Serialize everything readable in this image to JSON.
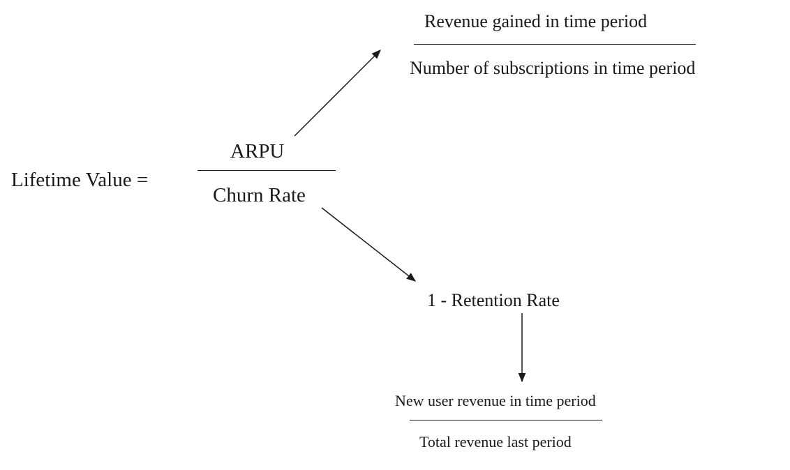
{
  "lhs": {
    "text": "Lifetime Value ="
  },
  "main_fraction": {
    "numerator": "ARPU",
    "denominator": "Churn Rate"
  },
  "arpu_fraction": {
    "numerator": "Revenue gained in time period",
    "denominator": "Number of subscriptions in time period"
  },
  "churn_expansion": {
    "text": "1 - Retention Rate"
  },
  "retention_fraction": {
    "numerator": "New user revenue in time period",
    "denominator": "Total revenue last period"
  },
  "colors": {
    "ink": "#1a1a1a",
    "background": "#ffffff"
  }
}
